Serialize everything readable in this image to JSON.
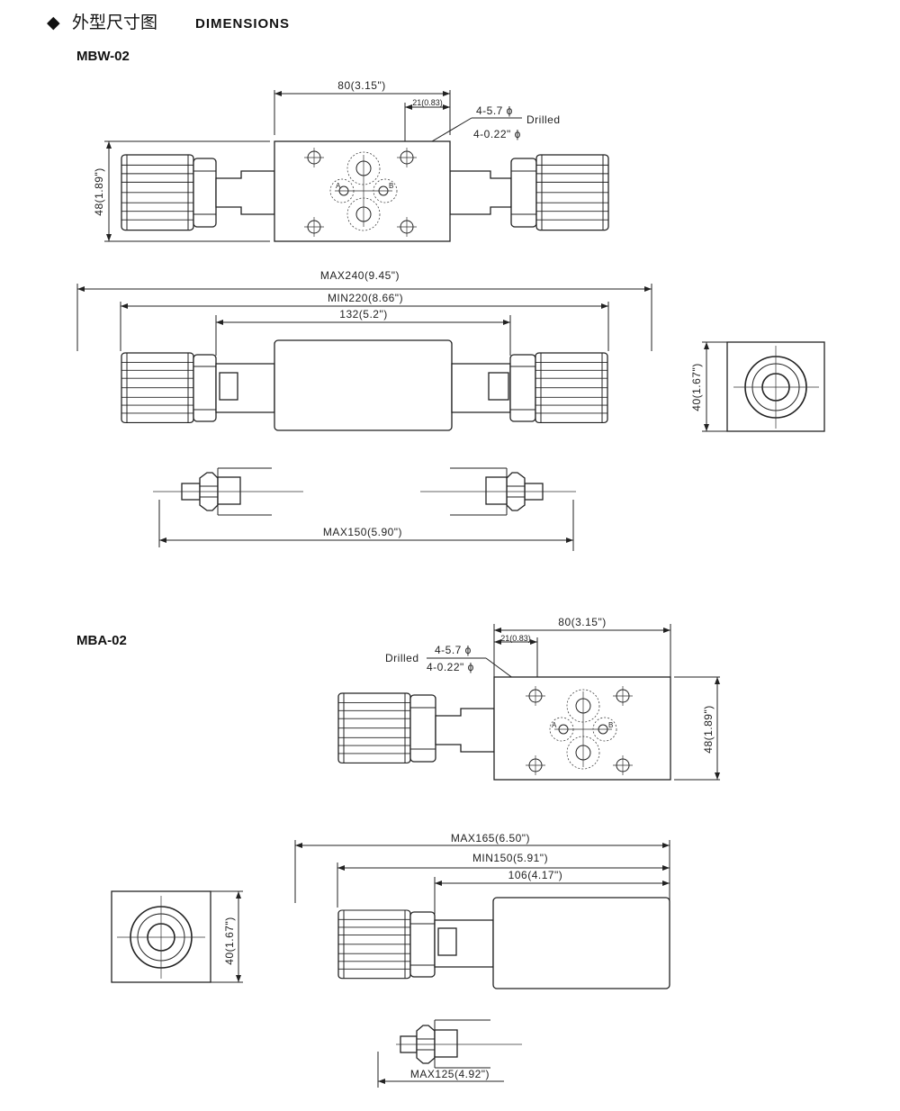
{
  "header": {
    "bullet": "◆",
    "title_cn": "外型尺寸图",
    "title_en": "DIMENSIONS"
  },
  "mbw": {
    "model": "MBW-02",
    "top_width": "80(3.15\")",
    "top_offset": "21(0.83)",
    "hole_note_1": "4-5.7 ϕ",
    "hole_note_drilled": "Drilled",
    "hole_note_2": "4-0.22\" ϕ",
    "height": "48(1.89\")",
    "port_a": "A",
    "port_b": "B",
    "max_len": "MAX240(9.45\")",
    "min_len": "MIN220(8.66\")",
    "knob_span": "132(5.2\")",
    "end_height": "40(1.67\")",
    "removal": "MAX150(5.90\")"
  },
  "mba": {
    "model": "MBA-02",
    "top_width": "80(3.15\")",
    "top_offset": "21(0.83)",
    "hole_note_drilled": "Drilled",
    "hole_note_1": "4-5.7 ϕ",
    "hole_note_2": "4-0.22\" ϕ",
    "height": "48(1.89\")",
    "port_a": "A",
    "port_b": "B",
    "max_len": "MAX165(6.50\")",
    "min_len": "MIN150(5.91\")",
    "knob_span": "106(4.17\")",
    "end_height": "40(1.67\")",
    "removal": "MAX125(4.92\")"
  }
}
